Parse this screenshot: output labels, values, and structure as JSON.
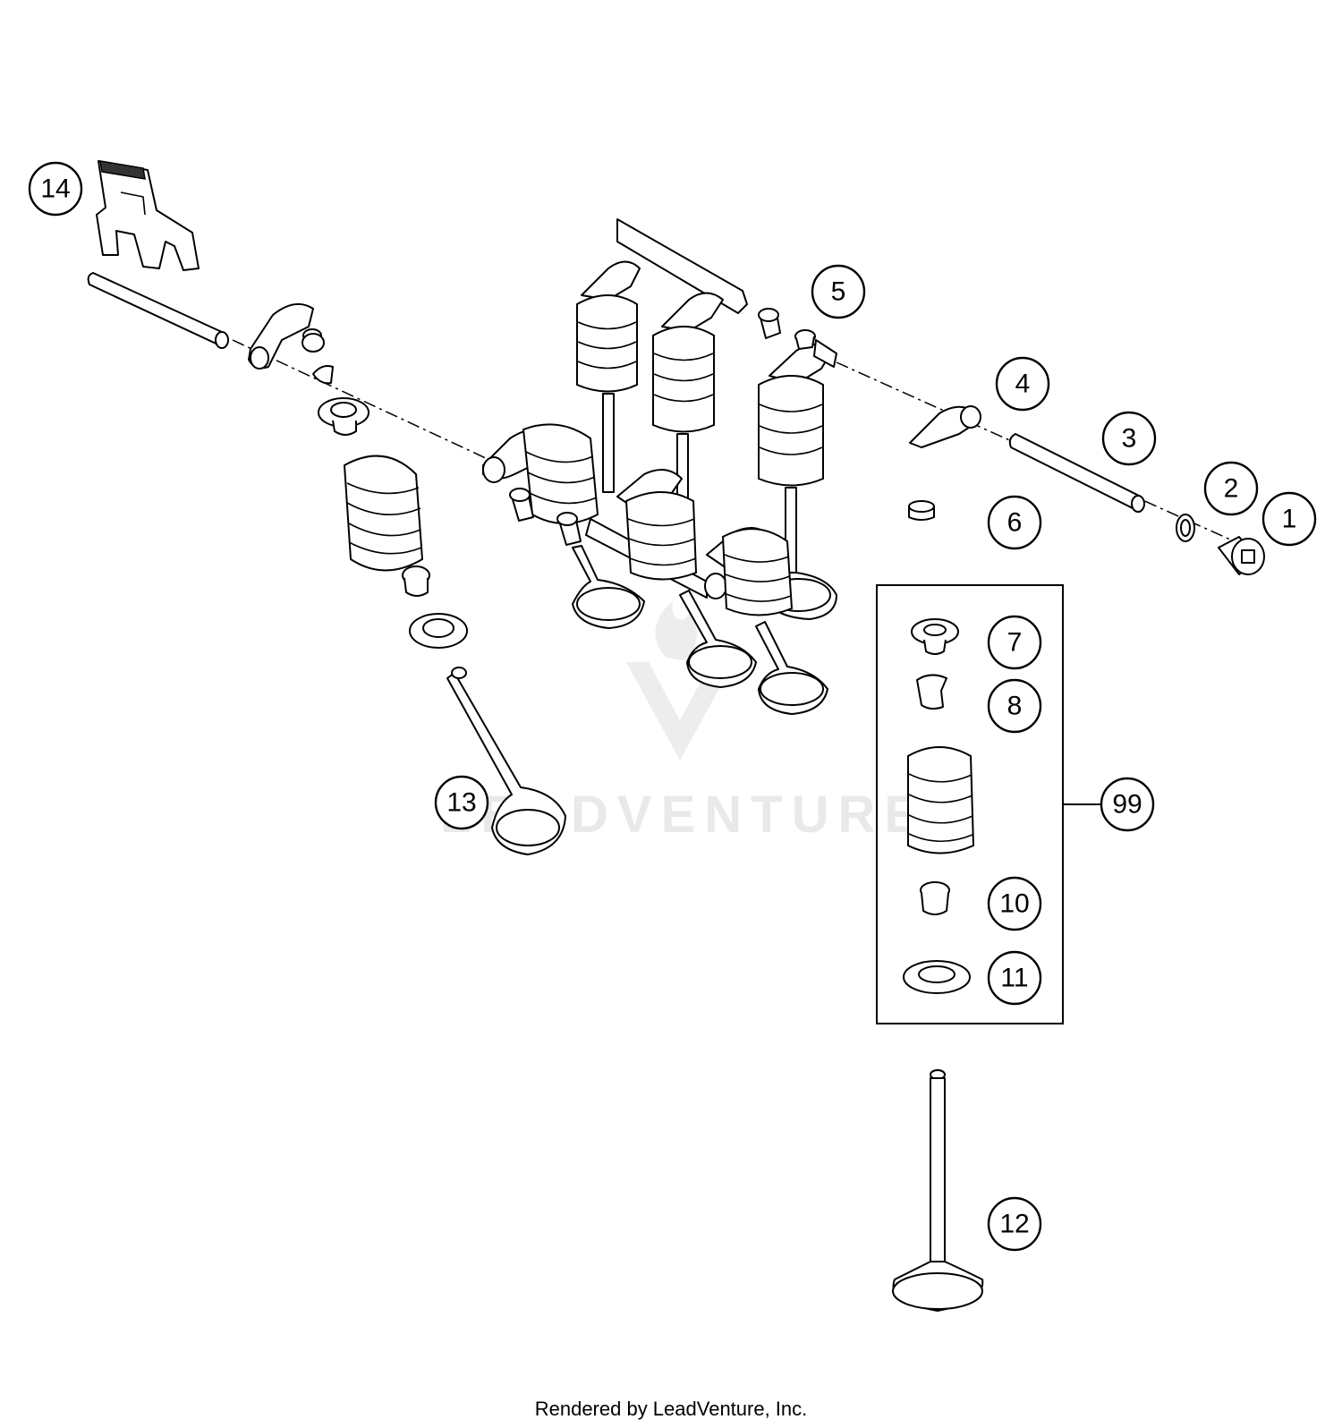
{
  "callouts": {
    "c1": "1",
    "c2": "2",
    "c3": "3",
    "c4": "4",
    "c5": "5",
    "c6": "6",
    "c7": "7",
    "c8": "8",
    "c10": "10",
    "c11": "11",
    "c12": "12",
    "c13": "13",
    "c14": "14",
    "c99": "99"
  },
  "watermark": {
    "text": "LEADVENTURE"
  },
  "footer": {
    "text": "Rendered by LeadVenture, Inc."
  }
}
